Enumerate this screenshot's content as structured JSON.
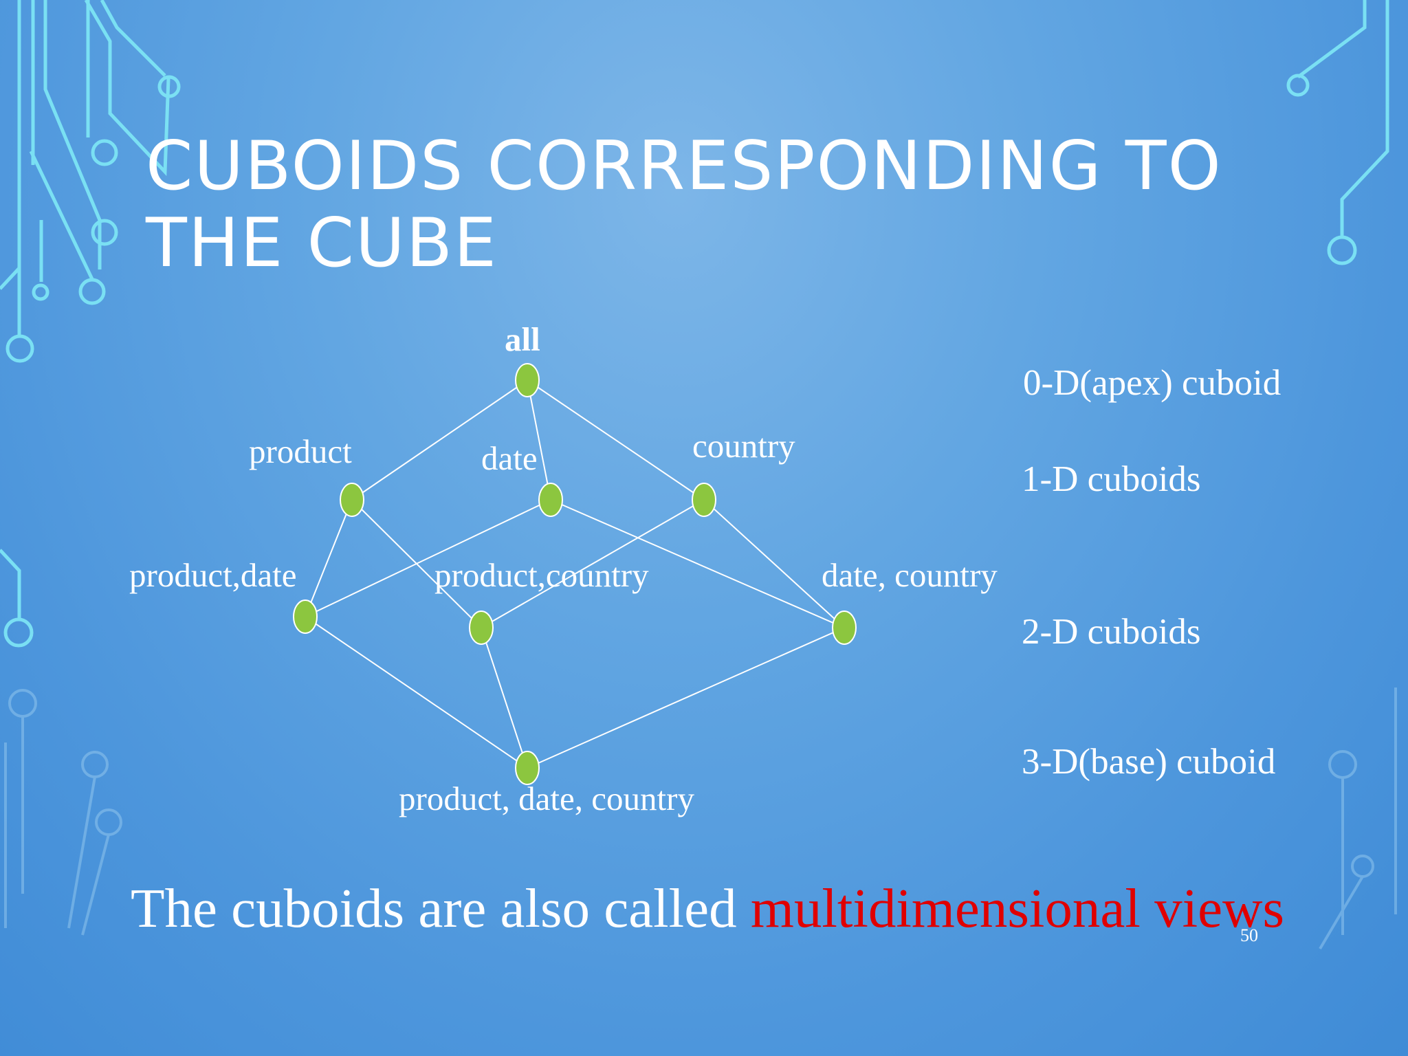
{
  "slide": {
    "title_line1": "CUBOIDS CORRESPONDING TO",
    "title_line2": "THE CUBE",
    "caption_text": "The cuboids are also called ",
    "caption_highlight": "multidimensional views",
    "page_number": "50"
  },
  "colors": {
    "background": "#5ea4e2",
    "node_fill": "#8cc63f",
    "edge": "#ffffff",
    "highlight": "#e00000",
    "circuit": "#7fe8f6"
  },
  "lattice": {
    "nodes": [
      {
        "id": "all",
        "label": "all"
      },
      {
        "id": "product",
        "label": "product"
      },
      {
        "id": "date",
        "label": "date"
      },
      {
        "id": "country",
        "label": "country"
      },
      {
        "id": "product_date",
        "label": "product,date"
      },
      {
        "id": "product_country",
        "label": "product,country"
      },
      {
        "id": "date_country",
        "label": "date, country"
      },
      {
        "id": "product_date_country",
        "label": "product, date, country"
      }
    ],
    "edges": [
      [
        "all",
        "product"
      ],
      [
        "all",
        "date"
      ],
      [
        "all",
        "country"
      ],
      [
        "product",
        "product_date"
      ],
      [
        "product",
        "product_country"
      ],
      [
        "date",
        "product_date"
      ],
      [
        "date",
        "date_country"
      ],
      [
        "country",
        "product_country"
      ],
      [
        "country",
        "date_country"
      ],
      [
        "product_date",
        "product_date_country"
      ],
      [
        "product_country",
        "product_date_country"
      ],
      [
        "date_country",
        "product_date_country"
      ]
    ]
  },
  "levels": [
    {
      "label": "0-D(apex) cuboid"
    },
    {
      "label": "1-D cuboids"
    },
    {
      "label": "2-D cuboids"
    },
    {
      "label": "3-D(base) cuboid"
    }
  ]
}
